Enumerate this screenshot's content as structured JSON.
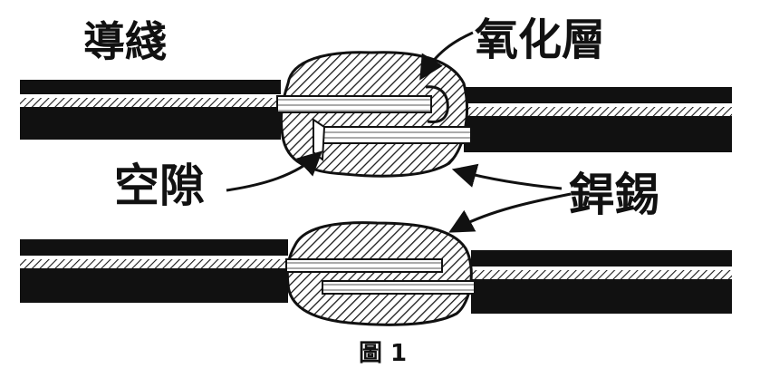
{
  "labels": {
    "conductor": "導綫",
    "oxide_layer": "氧化層",
    "void": "空隙",
    "solder": "銲錫"
  },
  "caption": "圖 1",
  "colors": {
    "ink": "#111111",
    "paper": "#ffffff",
    "hatch": "#222222",
    "wire_light": "#d9d9d9"
  }
}
